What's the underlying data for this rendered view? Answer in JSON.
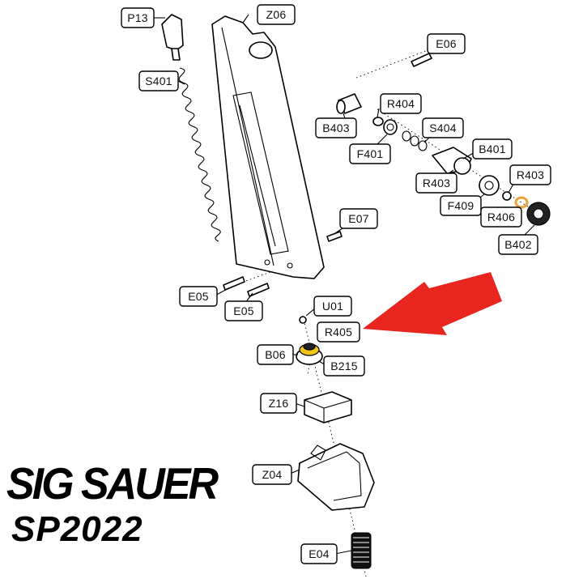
{
  "diagram": {
    "part_labels": [
      "P13",
      "Z06",
      "S401",
      "E06",
      "R404",
      "B403",
      "S404",
      "F401",
      "B401",
      "R403",
      "F409",
      "R406",
      "B402",
      "E07",
      "E05",
      "U01",
      "R405",
      "B06",
      "B215",
      "Z16",
      "Z04",
      "E04"
    ],
    "highlight_color": "#e8261f",
    "accent_part_color": "#e8a23a"
  },
  "branding": {
    "manufacturer": "SIG SAUER",
    "model": "SP2022"
  }
}
